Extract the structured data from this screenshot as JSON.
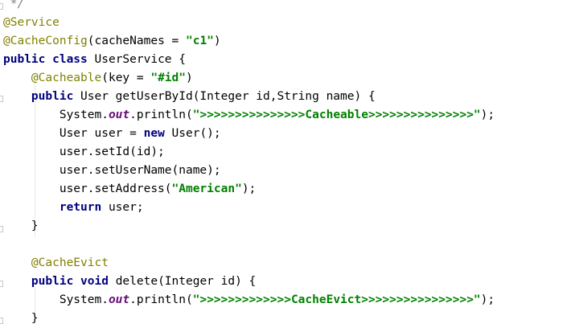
{
  "editor": {
    "lines": [
      [
        {
          "t": " */",
          "c": "cmt"
        }
      ],
      [
        {
          "t": "@Service",
          "c": "ann"
        }
      ],
      [
        {
          "t": "@CacheConfig",
          "c": "ann"
        },
        {
          "t": "(cacheNames = ",
          "c": "plain"
        },
        {
          "t": "\"c1\"",
          "c": "str"
        },
        {
          "t": ")",
          "c": "plain"
        }
      ],
      [
        {
          "t": "public class ",
          "c": "kw"
        },
        {
          "t": "UserService {",
          "c": "plain"
        }
      ],
      [
        {
          "t": "    ",
          "c": "plain"
        },
        {
          "t": "@Cacheable",
          "c": "ann"
        },
        {
          "t": "(key = ",
          "c": "plain"
        },
        {
          "t": "\"#id\"",
          "c": "str"
        },
        {
          "t": ")",
          "c": "plain"
        }
      ],
      [
        {
          "t": "    ",
          "c": "plain"
        },
        {
          "t": "public ",
          "c": "kw"
        },
        {
          "t": "User getUserById(Integer id,String name) {",
          "c": "plain"
        }
      ],
      [
        {
          "t": "        System.",
          "c": "plain"
        },
        {
          "t": "out",
          "c": "fld"
        },
        {
          "t": ".println(",
          "c": "plain"
        },
        {
          "t": "\">>>>>>>>>>>>>>>Cacheable>>>>>>>>>>>>>>>\"",
          "c": "str"
        },
        {
          "t": ");",
          "c": "plain"
        }
      ],
      [
        {
          "t": "        User user = ",
          "c": "plain"
        },
        {
          "t": "new ",
          "c": "kw"
        },
        {
          "t": "User();",
          "c": "plain"
        }
      ],
      [
        {
          "t": "        user.setId(id);",
          "c": "plain"
        }
      ],
      [
        {
          "t": "        user.setUserName(name);",
          "c": "plain"
        }
      ],
      [
        {
          "t": "        user.setAddress(",
          "c": "plain"
        },
        {
          "t": "\"American\"",
          "c": "str"
        },
        {
          "t": ");",
          "c": "plain"
        }
      ],
      [
        {
          "t": "        ",
          "c": "plain"
        },
        {
          "t": "return ",
          "c": "kw"
        },
        {
          "t": "user;",
          "c": "plain"
        }
      ],
      [
        {
          "t": "    }",
          "c": "plain"
        }
      ],
      [
        {
          "t": "",
          "c": "plain"
        }
      ],
      [
        {
          "t": "    ",
          "c": "plain"
        },
        {
          "t": "@CacheEvict",
          "c": "ann"
        }
      ],
      [
        {
          "t": "    ",
          "c": "plain"
        },
        {
          "t": "public void ",
          "c": "kw"
        },
        {
          "t": "delete(Integer id) {",
          "c": "plain"
        }
      ],
      [
        {
          "t": "        System.",
          "c": "plain"
        },
        {
          "t": "out",
          "c": "fld"
        },
        {
          "t": ".println(",
          "c": "plain"
        },
        {
          "t": "\">>>>>>>>>>>>>CacheEvict>>>>>>>>>>>>>>>>\"",
          "c": "str"
        },
        {
          "t": ");",
          "c": "plain"
        }
      ],
      [
        {
          "t": "    }",
          "c": "plain"
        }
      ]
    ]
  }
}
